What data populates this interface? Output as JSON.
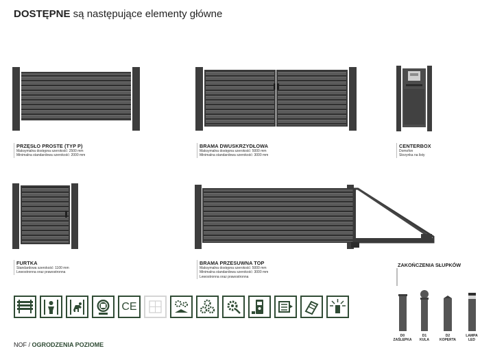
{
  "heading": {
    "bold": "DOSTĘPNE",
    "rest": " są następujące elementy główne"
  },
  "products": [
    {
      "title": "PRZĘSŁO PROSTE (TYP P)",
      "lines": [
        "Maksymalna dostępna szerokość: 2500 mm",
        "Minimalna standardowa szerokość: 2000 mm"
      ]
    },
    {
      "title": "BRAMA DWUSKRZYDŁOWA",
      "lines": [
        "Maksymalna dostępna szerokość: 5000 mm",
        "Minimalna standardowa szerokość: 3000 mm"
      ]
    },
    {
      "title": "CENTERBOX",
      "lines": [
        "Domofon",
        "Skrzynka na listy"
      ]
    },
    {
      "title": "FURTKA",
      "lines": [
        "Standardowa szerokość: 1100 mm",
        "Lewostronna oraz prawostronna"
      ]
    },
    {
      "title": "BRAMA PRZESUWNA TOP",
      "lines": [
        "Maksymalna dostępna szerokość: 5000 mm",
        "Minimalna standardowa szerokość: 3000 mm",
        "Lewostronna oraz prawostronna"
      ]
    }
  ],
  "features": {
    "icons": [
      "fence-panel-icon",
      "child-safety-icon",
      "pet-protection-icon",
      "warranty-seal-icon",
      "ce-mark-icon",
      "modular-grid-icon",
      "installation-icon",
      "adjustment-gears-icon",
      "automation-gear-icon",
      "intercom-icon",
      "extension-icon",
      "fence-assembly-icon",
      "led-lamp-icon"
    ],
    "ce_text": "CE"
  },
  "post_endings": {
    "title": "ZAKOŃCZENIA SŁUPKÓW",
    "items": [
      {
        "code": "D0",
        "name": "ZAŚLEPKA"
      },
      {
        "code": "D1",
        "name": "KULA"
      },
      {
        "code": "D2",
        "name": "KOPERTA"
      },
      {
        "code": "LAMPA",
        "name": "LED"
      }
    ]
  },
  "footer": {
    "prefix": "NOF / ",
    "bold": "OGRODZENIA POZIOME"
  },
  "colors": {
    "metal": "#505050",
    "metal_dark": "#3a3a3a",
    "accent": "#2f4b34",
    "divider": "#bdbdbd"
  }
}
